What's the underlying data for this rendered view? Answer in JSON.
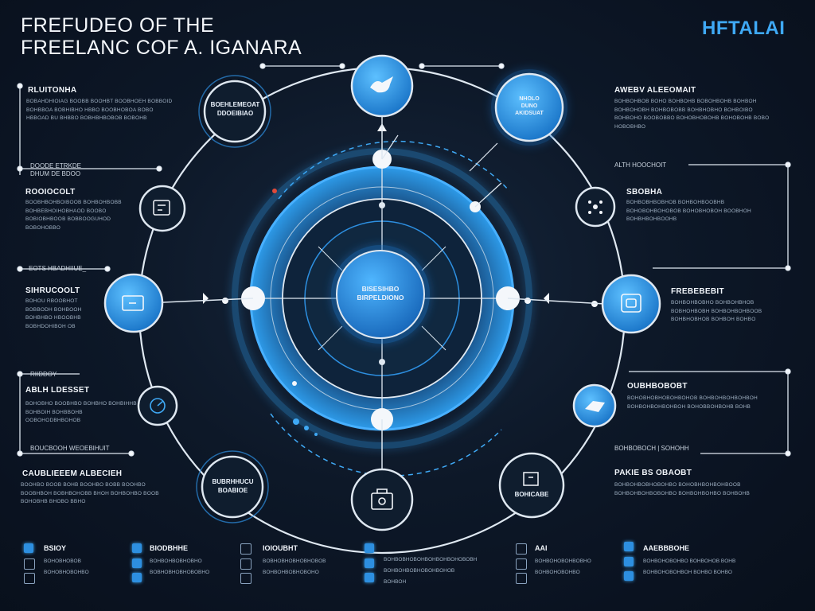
{
  "header": {
    "title_line1": "FREFUDEO OF THE",
    "title_line2": "FREELANC COF A. IGANARA",
    "brand": "HFTALAI"
  },
  "center": {
    "label_line1": "BISESIHBO",
    "label_line2": "BIRPELDIONO"
  },
  "nodes": {
    "top_left": {
      "line1": "BOEHLEMEOAT",
      "line2": "DDOEIBIAO"
    },
    "top_right": {
      "line1": "NHOLO",
      "line2": "DUNO",
      "line3": "AKIDSUAT"
    },
    "bottom_left": {
      "line1": "BUBRHHUCU",
      "line2": "BOABIOE"
    },
    "bottom_right": {
      "line1": "BOHICABE"
    }
  },
  "left_labels": {
    "l1_title": "RLUITONHA",
    "l1_text": "BOBAHDHIOIAG BOOBB BOOHBT BOOBHOEH BOBBOID BOHBBOA BOBHIBHO HBBO BOOBHOBOA BOBO HBBOAD BU BHBBO BOBHBHBOBOB BOBOHB",
    "l2_small_a": "DOODE ETRKDE",
    "l2_small_b": "DHUM DE BDOO",
    "l2_title": "ROOIOCOLT",
    "l2_text": "BOOBHBOHBOIBOOB BOHBOHBOBB BOHBEBHOIHOBHAOD BOOBO BOBIOBHBOOB BOBBOOGUHOD BOBOHOBBO",
    "l3_small": "EOTS HBADHIIUE_",
    "l3_title": "SIHRUCOOLT",
    "l3_text": "BOHOU RBOOBHOT BOBBODH BOHBOOH BOHBHBO HBOOBHB BOBHDOHIBOH OB",
    "l4_small": "RIIDDOY",
    "l4_title": "ABLH LDESSET",
    "l4_text": "BOHOBHO BOOBHBO BOHBHO BOHBIHHB BOHBOIH BOHBBOHB OOBOHODBHBOHOB",
    "l5_small": "BOUCBOOH WEOEBIHUIT",
    "l6_title": "CAUBLIEEEM ALBECIEH",
    "l6_text": "BOOHBO BOOB BOHB BOOHBO BOBB BOOHBO BOOBHBOH BOBHBOHOBB BHOH BOHBOHBO BOOB BOHOBHB BHOBO BBHO"
  },
  "right_labels": {
    "r1_title": "AWEBV ALEEOMAIT",
    "r1_text": "BOHBOHBOB BOHO BOHBOHB BOBOHBOHB BOHBOH BOHBOHOBH BOHBOBOBB BOHBHOBHO BOHBOIBO BOHBOHO BOOBOBBO BOHOBHOBOHB BOHOBOHB BOBO HOBOBHBO",
    "r2_small": "ALTH HOOCHOIT",
    "r2_title": "SBOBHA",
    "r2_text": "BOHBOBHBOBHOB BOHBOHBOOBHB BOHOBOHBOHOBOB BOHOBHOBOH BOOBHOH BOHBHBOHBOOHB",
    "r3_title": "FREBEBEBIT",
    "r3_text": "BOHBOHBOBHO BOHBOHBHOB BOBHOHBOBH BOHBOHBOHBOOB BOHBHOBHOB BOHBOH BOHBO",
    "r4_title": "OUBHBOBOBT",
    "r4_text": "BOHOBHOBHOBOHBOHOB BOHBOHBOHBOHBOH BOHBOHBOHBOHBOH BOHOBBOHBOHB BOHB",
    "r5_small": "BOHBOBOCH | SOHOHH",
    "r6_title": "PAKIE BS OBAOBT",
    "r6_text": "BOHBOHBOBHOBOHBO BOHOBHBOHBOHBOOB BOHBOHBOHBOBOHBO BOHBOHBOHBO BOHBOHB"
  },
  "footer": {
    "col1": {
      "title": "BSIOY",
      "text1": "BOHOBHOBOB",
      "text2": "BOHOBHOBOHBO"
    },
    "col2": {
      "title": "BIODBHHE",
      "text1": "BOHBOHBOBHOBHO",
      "text2": "BOBHOBHOBHOBOBHO"
    },
    "col3": {
      "title": "IOIOUBHT",
      "text1": "BOBHOBHOBHOBHOBOB",
      "text2": "BOHBOHBOBHOBOHO"
    },
    "col4": {
      "title": "BOHBOBHOBOHBOHBOHBOHOBOBH",
      "text1": "BOHBOHBOBHOBOHBOHOB",
      "text2": "BOHBOH"
    },
    "col5": {
      "title": "AAI",
      "text1": "BOHBOHOBOHBOBHO",
      "text2": "BOHBOHOBOHBO"
    },
    "col6": {
      "title": "AAEBBBOHE",
      "text1": "BOHBOHOBOHBO BOHBOHOB BOHB",
      "text2": "BOHBOHOBOHBOH BOHBO BOHBO"
    }
  },
  "colors": {
    "accent": "#3fa9f5",
    "ring": "#1e7fd1",
    "line": "#d9e4ef",
    "background": "#0d1828"
  },
  "icons": {
    "top": "bird-icon",
    "left_upper": "calculator-icon",
    "left_mid": "monitor-icon",
    "left_lower": "chart-icon",
    "bottom": "briefcase-icon",
    "right_upper": "network-icon",
    "right_mid": "device-icon",
    "right_lower": "handshake-icon",
    "bottom_right": "document-icon"
  }
}
